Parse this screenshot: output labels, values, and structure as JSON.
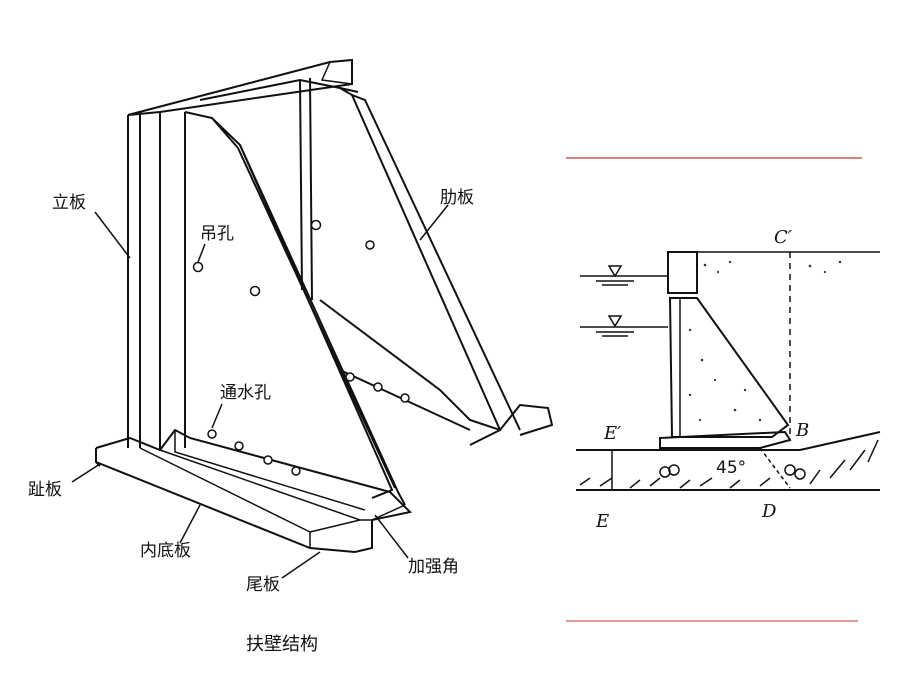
{
  "left_figure": {
    "caption": "扶壁结构",
    "labels": {
      "li_ban": "立板",
      "diao_kong": "吊孔",
      "lei_ban": "肋板",
      "tong_shui_kong": "通水孔",
      "zhi_ban": "趾板",
      "nei_di_ban": "内底板",
      "wei_ban": "尾板",
      "jia_qiang_jiao": "加强角"
    }
  },
  "right_figure": {
    "points": {
      "c_prime": "C′",
      "b": "B",
      "e_prime": "E′",
      "e": "E",
      "d": "D"
    },
    "angle": "45°"
  },
  "colors": {
    "rule_red": "#c0392b",
    "ink": "#111111"
  }
}
